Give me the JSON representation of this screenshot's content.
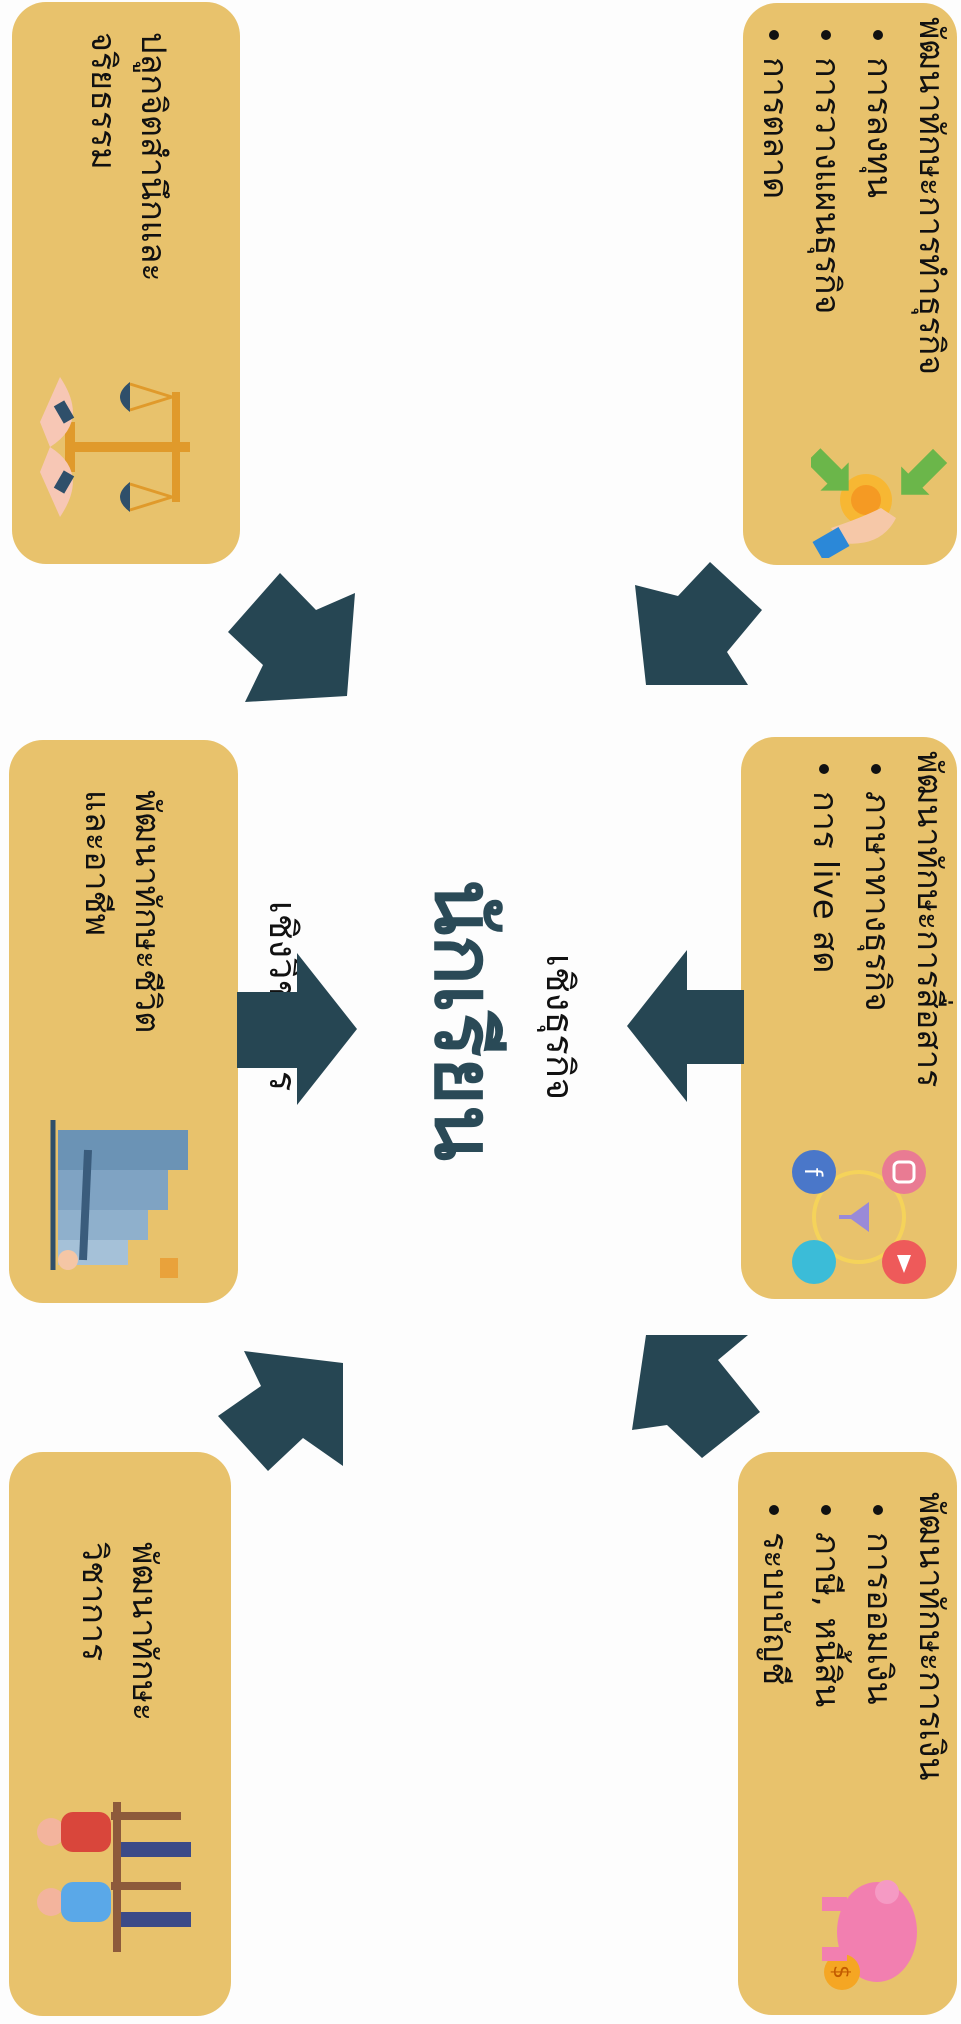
{
  "center": {
    "main": "นักเรียน",
    "academic": "เชิงวิชาการ",
    "business": "เชิงธุรกิจ"
  },
  "cards": {
    "ethics": {
      "title": "ปลูกจิตสำนึกและ",
      "title2": "จริยธรรม",
      "icon": "scales-handshake-icon"
    },
    "life": {
      "title": "พัฒนาทักษะชีวิต",
      "title2": "และอาชีพ",
      "icon": "career-stairs-icon"
    },
    "academic": {
      "title": "พัฒนาทักษะ",
      "title2": "วิชาการ",
      "icon": "students-desk-icon"
    },
    "business": {
      "title": "พัฒนาทักษะการทำธุรกิจ",
      "items": [
        "การลงทุน",
        "การวางแผนธุรกิจ",
        "การตลาด"
      ],
      "icon": "money-hand-icon"
    },
    "communication": {
      "title": "พัฒนาทักษะการสื่อสาร",
      "items": [
        "ภาษาทางธุรกิจ",
        "การ live สด"
      ],
      "icon": "social-media-icon"
    },
    "finance": {
      "title": "พัฒนาทักษะการเงิน",
      "items": [
        "การออมเงิน",
        "ภาษี, หนี้สิน",
        "ระบบบัญชี"
      ],
      "icon": "piggy-bank-icon"
    }
  },
  "colors": {
    "card": "#e8c26c",
    "arrow": "#264653",
    "main_text": "#2a4a57"
  }
}
